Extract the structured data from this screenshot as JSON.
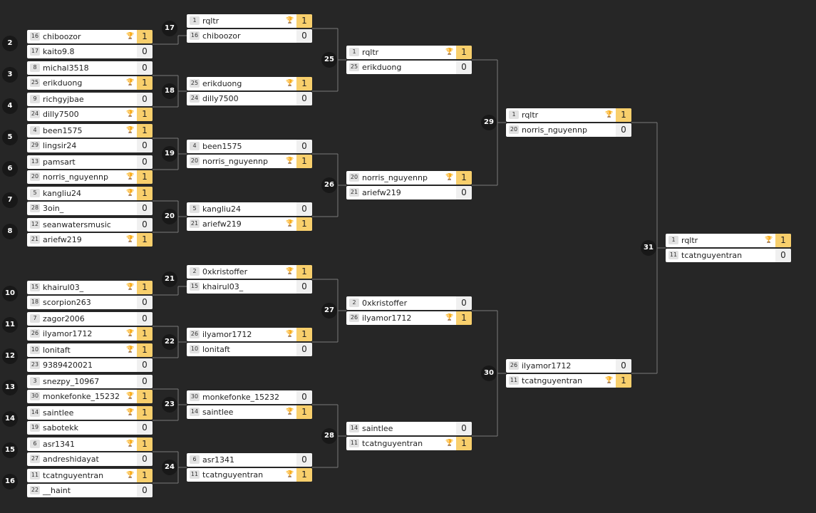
{
  "rounds": [
    [
      {
        "num": "2",
        "p1": {
          "seed": "16",
          "name": "chiboozor",
          "score": "1",
          "winner": true
        },
        "p2": {
          "seed": "17",
          "name": "kaito9.8",
          "score": "0",
          "winner": false
        }
      },
      {
        "num": "3",
        "p1": {
          "seed": "8",
          "name": "michal3518",
          "score": "0",
          "winner": false
        },
        "p2": {
          "seed": "25",
          "name": "erikduong",
          "score": "1",
          "winner": true
        }
      },
      {
        "num": "4",
        "p1": {
          "seed": "9",
          "name": "richgyjbae",
          "score": "0",
          "winner": false
        },
        "p2": {
          "seed": "24",
          "name": "dilly7500",
          "score": "1",
          "winner": true
        }
      },
      {
        "num": "5",
        "p1": {
          "seed": "4",
          "name": "been1575",
          "score": "1",
          "winner": true
        },
        "p2": {
          "seed": "29",
          "name": "lingsir24",
          "score": "0",
          "winner": false
        }
      },
      {
        "num": "6",
        "p1": {
          "seed": "13",
          "name": "pamsart",
          "score": "0",
          "winner": false
        },
        "p2": {
          "seed": "20",
          "name": "norris_nguyennp",
          "score": "1",
          "winner": true
        }
      },
      {
        "num": "7",
        "p1": {
          "seed": "5",
          "name": "kangliu24",
          "score": "1",
          "winner": true
        },
        "p2": {
          "seed": "28",
          "name": "3oin_",
          "score": "0",
          "winner": false
        }
      },
      {
        "num": "8",
        "p1": {
          "seed": "12",
          "name": "seanwatersmusic",
          "score": "0",
          "winner": false
        },
        "p2": {
          "seed": "21",
          "name": "ariefw219",
          "score": "1",
          "winner": true
        }
      },
      {
        "num": "10",
        "p1": {
          "seed": "15",
          "name": "khairul03_",
          "score": "1",
          "winner": true
        },
        "p2": {
          "seed": "18",
          "name": "scorpion263",
          "score": "0",
          "winner": false
        }
      },
      {
        "num": "11",
        "p1": {
          "seed": "7",
          "name": "zagor2006",
          "score": "0",
          "winner": false
        },
        "p2": {
          "seed": "26",
          "name": "ilyamor1712",
          "score": "1",
          "winner": true
        }
      },
      {
        "num": "12",
        "p1": {
          "seed": "10",
          "name": "lonitaft",
          "score": "1",
          "winner": true
        },
        "p2": {
          "seed": "23",
          "name": "9389420021",
          "score": "0",
          "winner": false
        }
      },
      {
        "num": "13",
        "p1": {
          "seed": "3",
          "name": "snezpy_10967",
          "score": "0",
          "winner": false
        },
        "p2": {
          "seed": "30",
          "name": "monkefonke_15232",
          "score": "1",
          "winner": true
        }
      },
      {
        "num": "14",
        "p1": {
          "seed": "14",
          "name": "saintlee",
          "score": "1",
          "winner": true
        },
        "p2": {
          "seed": "19",
          "name": "sabotekk",
          "score": "0",
          "winner": false
        }
      },
      {
        "num": "15",
        "p1": {
          "seed": "6",
          "name": "asr1341",
          "score": "1",
          "winner": true
        },
        "p2": {
          "seed": "27",
          "name": "andreshidayat",
          "score": "0",
          "winner": false
        }
      },
      {
        "num": "16",
        "p1": {
          "seed": "11",
          "name": "tcatnguyentran",
          "score": "1",
          "winner": true
        },
        "p2": {
          "seed": "22",
          "name": "__haint",
          "score": "0",
          "winner": false
        }
      }
    ],
    [
      {
        "num": "17",
        "p1": {
          "seed": "1",
          "name": "rqltr",
          "score": "1",
          "winner": true
        },
        "p2": {
          "seed": "16",
          "name": "chiboozor",
          "score": "0",
          "winner": false
        }
      },
      {
        "num": "18",
        "p1": {
          "seed": "25",
          "name": "erikduong",
          "score": "1",
          "winner": true
        },
        "p2": {
          "seed": "24",
          "name": "dilly7500",
          "score": "0",
          "winner": false
        }
      },
      {
        "num": "19",
        "p1": {
          "seed": "4",
          "name": "been1575",
          "score": "0",
          "winner": false
        },
        "p2": {
          "seed": "20",
          "name": "norris_nguyennp",
          "score": "1",
          "winner": true
        }
      },
      {
        "num": "20",
        "p1": {
          "seed": "5",
          "name": "kangliu24",
          "score": "0",
          "winner": false
        },
        "p2": {
          "seed": "21",
          "name": "ariefw219",
          "score": "1",
          "winner": true
        }
      },
      {
        "num": "21",
        "p1": {
          "seed": "2",
          "name": "0xkristoffer",
          "score": "1",
          "winner": true
        },
        "p2": {
          "seed": "15",
          "name": "khairul03_",
          "score": "0",
          "winner": false
        }
      },
      {
        "num": "22",
        "p1": {
          "seed": "26",
          "name": "ilyamor1712",
          "score": "1",
          "winner": true
        },
        "p2": {
          "seed": "10",
          "name": "lonitaft",
          "score": "0",
          "winner": false
        }
      },
      {
        "num": "23",
        "p1": {
          "seed": "30",
          "name": "monkefonke_15232",
          "score": "0",
          "winner": false
        },
        "p2": {
          "seed": "14",
          "name": "saintlee",
          "score": "1",
          "winner": true
        }
      },
      {
        "num": "24",
        "p1": {
          "seed": "6",
          "name": "asr1341",
          "score": "0",
          "winner": false
        },
        "p2": {
          "seed": "11",
          "name": "tcatnguyentran",
          "score": "1",
          "winner": true
        }
      }
    ],
    [
      {
        "num": "25",
        "p1": {
          "seed": "1",
          "name": "rqltr",
          "score": "1",
          "winner": true
        },
        "p2": {
          "seed": "25",
          "name": "erikduong",
          "score": "0",
          "winner": false
        }
      },
      {
        "num": "26",
        "p1": {
          "seed": "20",
          "name": "norris_nguyennp",
          "score": "1",
          "winner": true
        },
        "p2": {
          "seed": "21",
          "name": "ariefw219",
          "score": "0",
          "winner": false
        }
      },
      {
        "num": "27",
        "p1": {
          "seed": "2",
          "name": "0xkristoffer",
          "score": "0",
          "winner": false
        },
        "p2": {
          "seed": "26",
          "name": "ilyamor1712",
          "score": "1",
          "winner": true
        }
      },
      {
        "num": "28",
        "p1": {
          "seed": "14",
          "name": "saintlee",
          "score": "0",
          "winner": false
        },
        "p2": {
          "seed": "11",
          "name": "tcatnguyentran",
          "score": "1",
          "winner": true
        }
      }
    ],
    [
      {
        "num": "29",
        "p1": {
          "seed": "1",
          "name": "rqltr",
          "score": "1",
          "winner": true
        },
        "p2": {
          "seed": "20",
          "name": "norris_nguyennp",
          "score": "0",
          "winner": false
        }
      },
      {
        "num": "30",
        "p1": {
          "seed": "26",
          "name": "ilyamor1712",
          "score": "0",
          "winner": false
        },
        "p2": {
          "seed": "11",
          "name": "tcatnguyentran",
          "score": "1",
          "winner": true
        }
      }
    ],
    [
      {
        "num": "31",
        "p1": {
          "seed": "1",
          "name": "rqltr",
          "score": "1",
          "winner": true
        },
        "p2": {
          "seed": "11",
          "name": "tcatnguyentran",
          "score": "0",
          "winner": false
        }
      }
    ]
  ],
  "icons": {
    "winner": "trophy-icon"
  },
  "colors": {
    "background": "#262626",
    "win_score": "#f8cf6c",
    "trophy": "#c6961c",
    "connector": "#7a7a7a"
  }
}
